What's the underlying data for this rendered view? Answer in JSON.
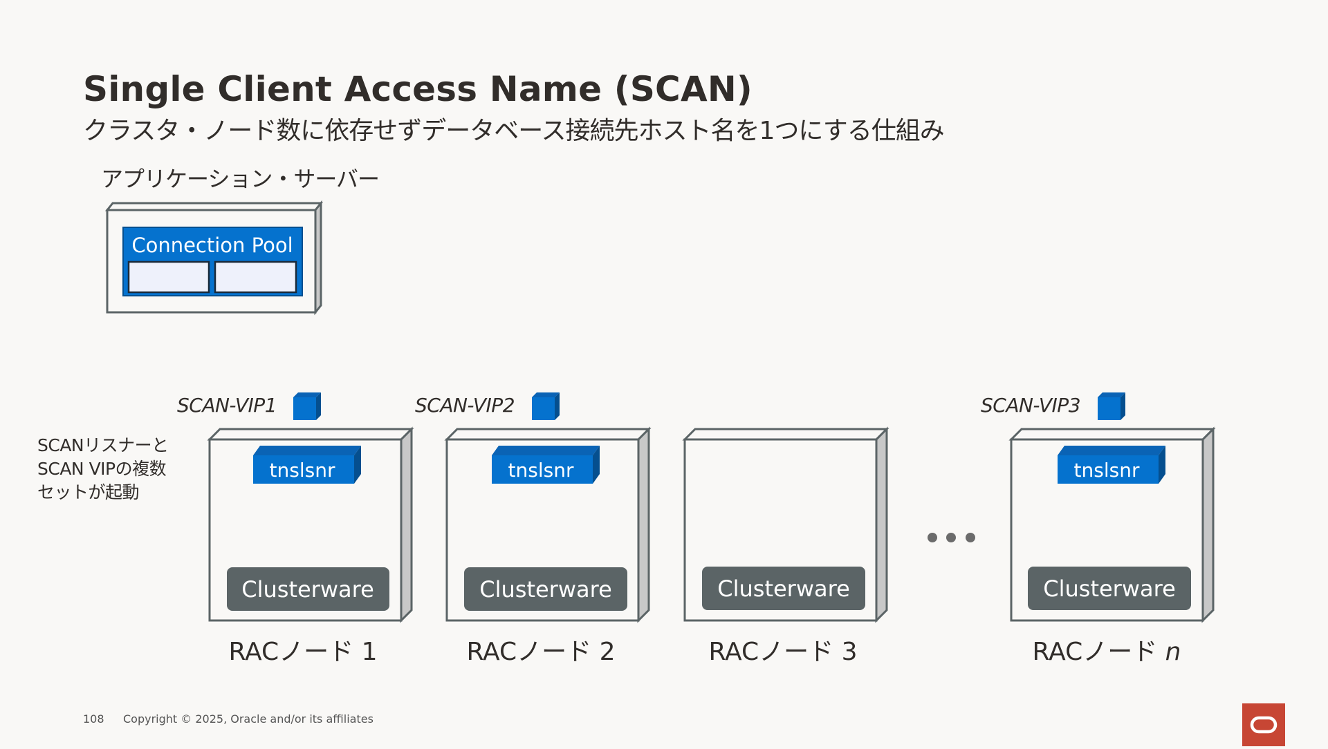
{
  "header": {
    "title": "Single Client Access Name (SCAN)",
    "subtitle": "クラスタ・ノード数に依存せずデータベース接続先ホスト名を1つにする仕組み"
  },
  "app_server": {
    "label": "アプリケーション・サーバー",
    "pool_label": "Connection Pool"
  },
  "scan_note": "SCANリスナーと\nSCAN VIPの複数\nセットが起動",
  "nodes": [
    {
      "label_prefix": "RACノード 1",
      "label_suffix": "",
      "vip": "SCAN-VIP1",
      "listener": "tnslsnr",
      "clusterware": "Clusterware"
    },
    {
      "label_prefix": "RACノード 2",
      "label_suffix": "",
      "vip": "SCAN-VIP2",
      "listener": "tnslsnr",
      "clusterware": "Clusterware"
    },
    {
      "label_prefix": "RACノード 3",
      "label_suffix": "",
      "vip": "",
      "listener": "",
      "clusterware": "Clusterware"
    },
    {
      "label_prefix": "RACノード ",
      "label_suffix": "n",
      "vip": "SCAN-VIP3",
      "listener": "tnslsnr",
      "clusterware": "Clusterware"
    }
  ],
  "footer": {
    "page_number": "108",
    "copyright": "Copyright © 2025, Oracle and/or its affiliates"
  },
  "colors": {
    "background": "#f9f8f6",
    "blue": "#0572ce",
    "blue_dark": "#054f8f",
    "clusterware": "#5b6466",
    "box_stroke": "#5b6466",
    "box_side": "#c8c8c8",
    "oracle_red": "#c74634"
  },
  "icons": {
    "ellipsis": "more-dots-icon",
    "logo": "oracle-logo-icon",
    "vip": "cube-icon"
  }
}
